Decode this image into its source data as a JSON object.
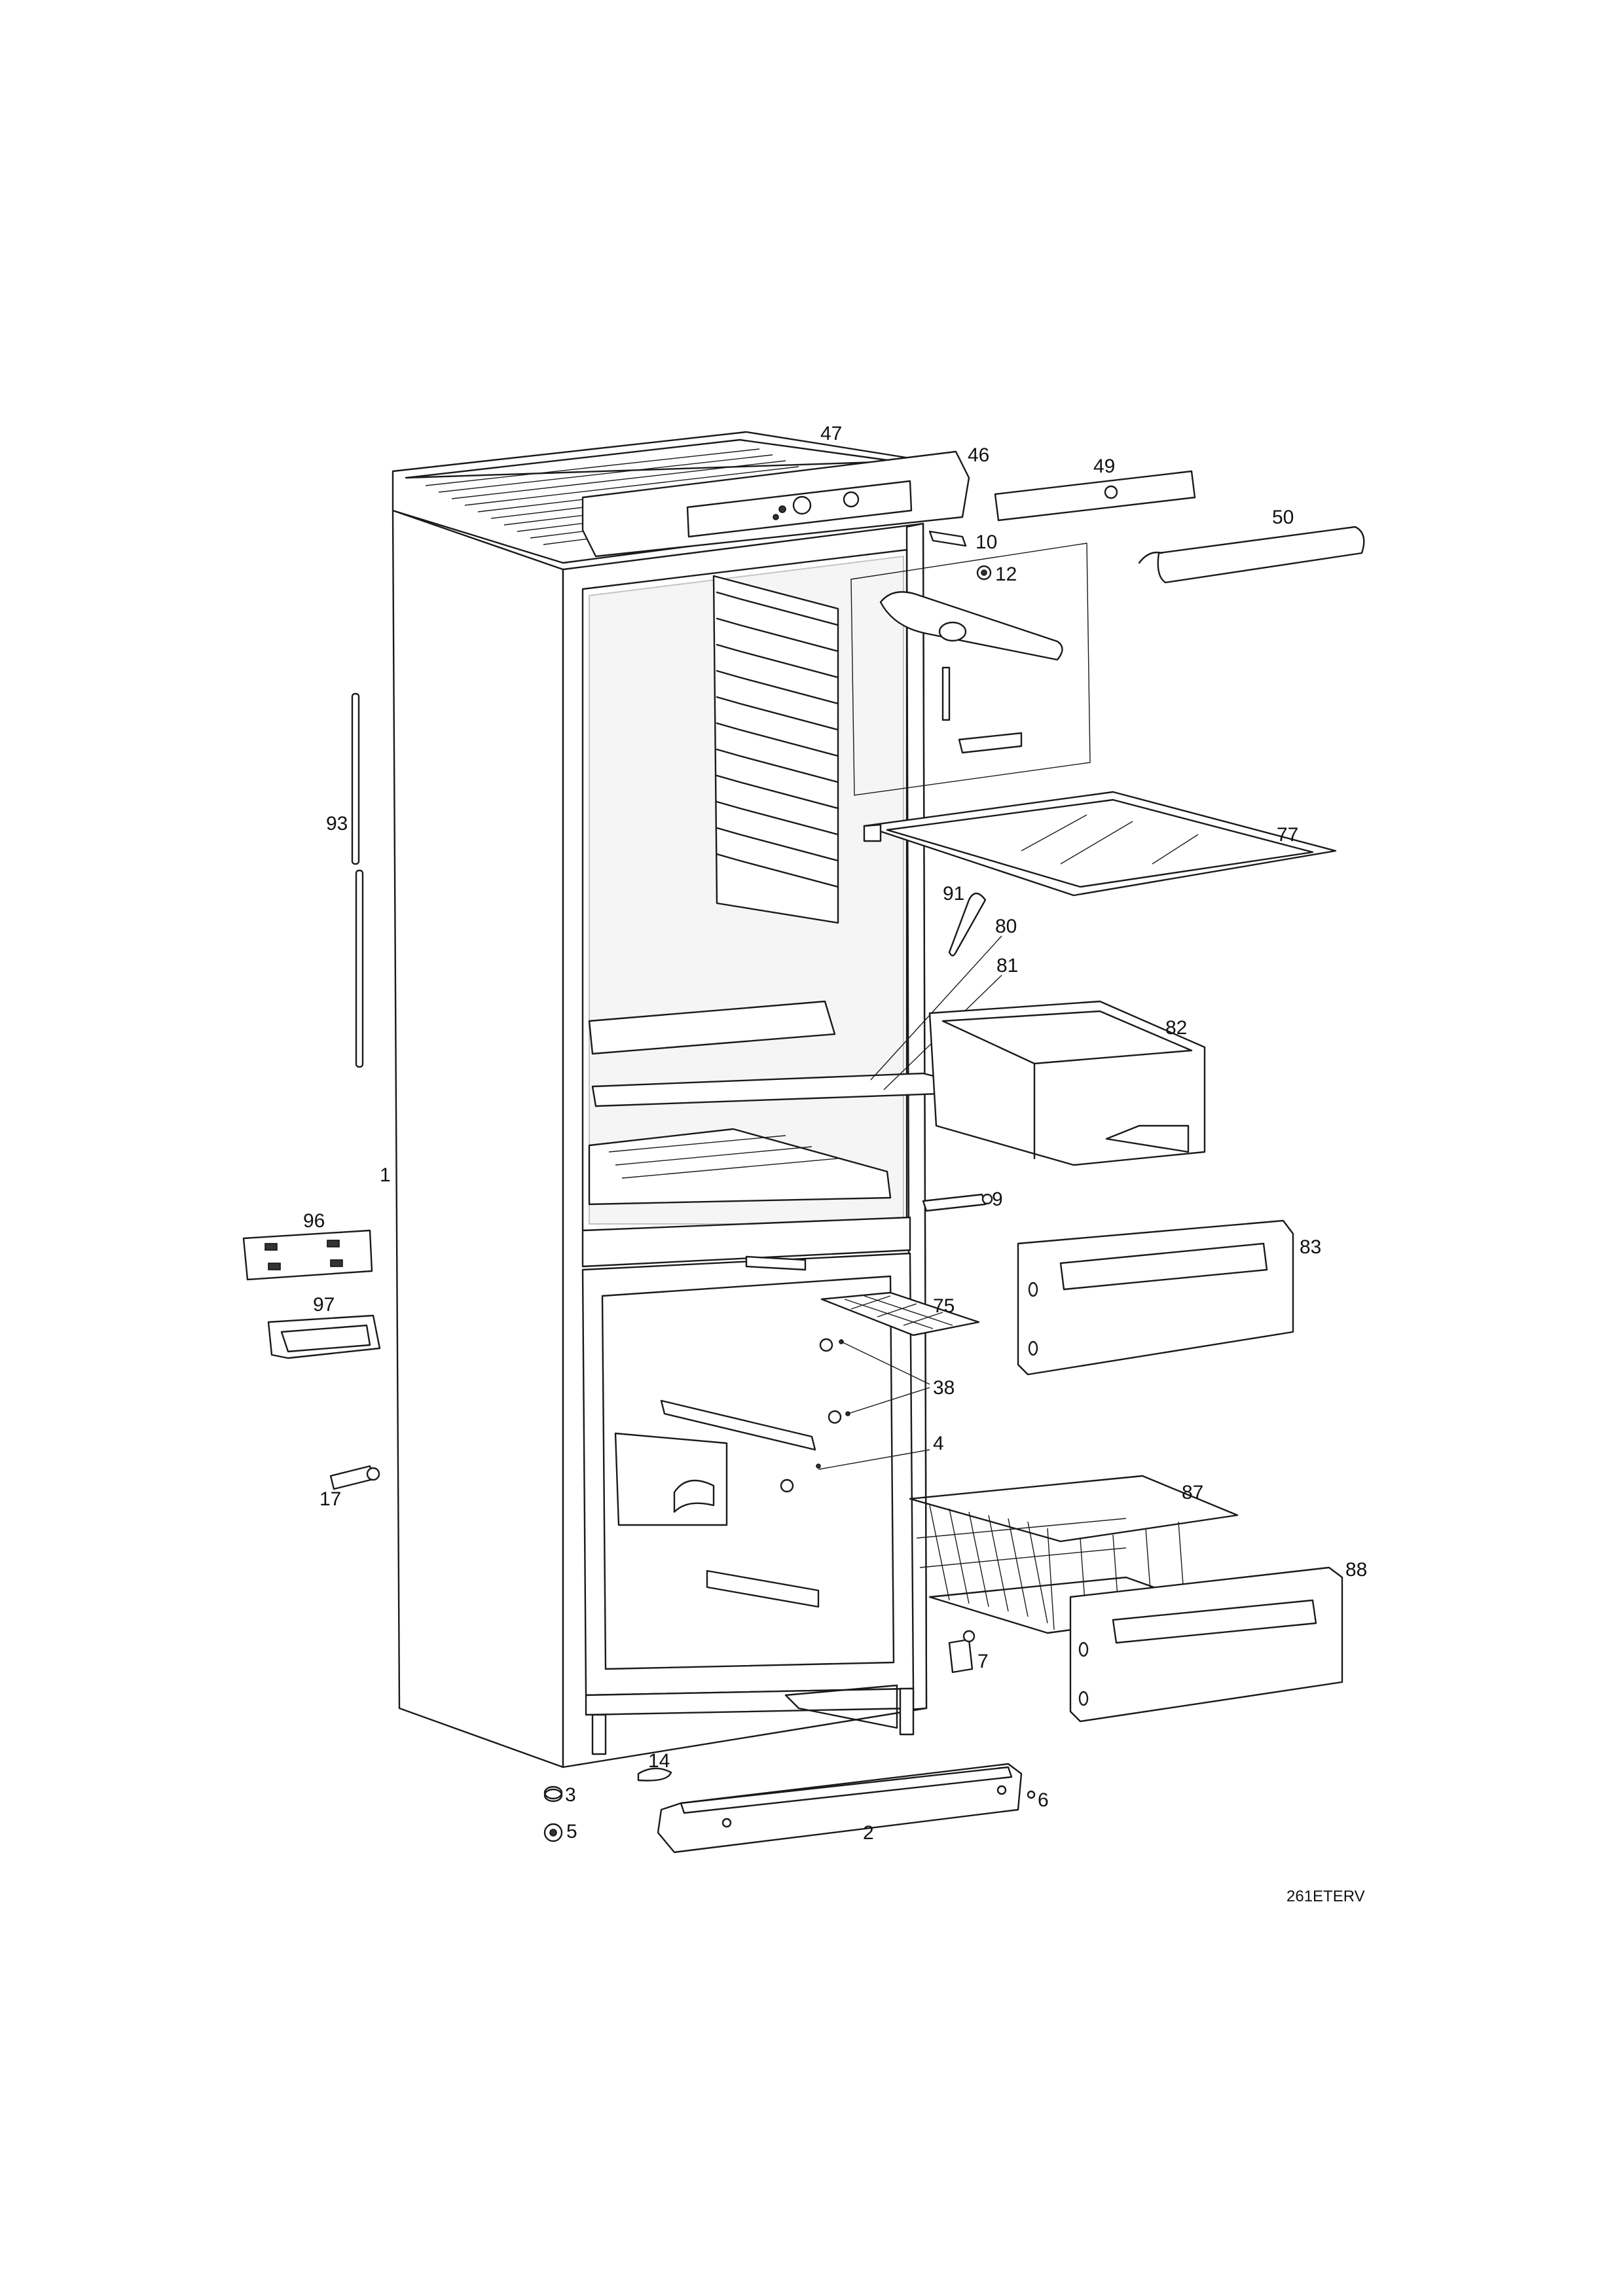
{
  "drawing_code": "261ETERV",
  "callouts": [
    {
      "id": "p1",
      "text": "1"
    },
    {
      "id": "p2",
      "text": "2"
    },
    {
      "id": "p3",
      "text": "3"
    },
    {
      "id": "p4",
      "text": "4"
    },
    {
      "id": "p5",
      "text": "5"
    },
    {
      "id": "p6",
      "text": "6"
    },
    {
      "id": "p7",
      "text": "7"
    },
    {
      "id": "p9",
      "text": "9"
    },
    {
      "id": "p10",
      "text": "10"
    },
    {
      "id": "p12",
      "text": "12"
    },
    {
      "id": "p14",
      "text": "14"
    },
    {
      "id": "p17",
      "text": "17"
    },
    {
      "id": "p38",
      "text": "38"
    },
    {
      "id": "p46",
      "text": "46"
    },
    {
      "id": "p47",
      "text": "47"
    },
    {
      "id": "p49",
      "text": "49"
    },
    {
      "id": "p50",
      "text": "50"
    },
    {
      "id": "p75",
      "text": "75"
    },
    {
      "id": "p77",
      "text": "77"
    },
    {
      "id": "p80",
      "text": "80"
    },
    {
      "id": "p81",
      "text": "81"
    },
    {
      "id": "p82",
      "text": "82"
    },
    {
      "id": "p83",
      "text": "83"
    },
    {
      "id": "p87",
      "text": "87"
    },
    {
      "id": "p88",
      "text": "88"
    },
    {
      "id": "p91",
      "text": "91"
    },
    {
      "id": "p93",
      "text": "93"
    },
    {
      "id": "p96",
      "text": "96"
    },
    {
      "id": "p97",
      "text": "97"
    }
  ]
}
